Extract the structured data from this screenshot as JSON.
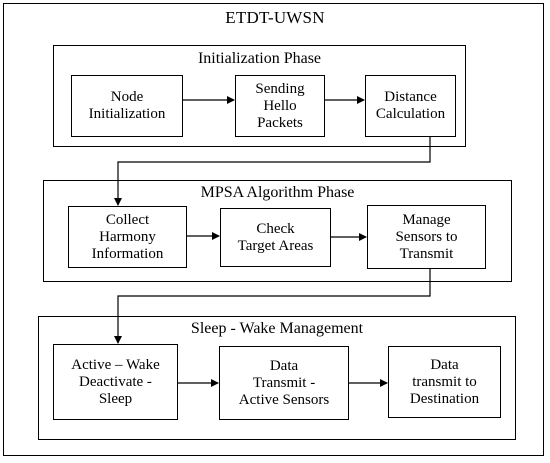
{
  "diagram": {
    "title": "ETDT-UWSN",
    "phases": [
      {
        "title": "Initialization Phase",
        "nodes": [
          "Node\nInitialization",
          "Sending\nHello\nPackets",
          "Distance\nCalculation"
        ]
      },
      {
        "title": "MPSA Algorithm Phase",
        "nodes": [
          "Collect\nHarmony\nInformation",
          "Check\nTarget Areas",
          "Manage\nSensors to\nTransmit"
        ]
      },
      {
        "title": "Sleep - Wake Management",
        "nodes": [
          "Active – Wake\nDeactivate -\nSleep",
          "Data\nTransmit -\nActive Sensors",
          "Data\ntransmit to\nDestination"
        ]
      }
    ]
  }
}
